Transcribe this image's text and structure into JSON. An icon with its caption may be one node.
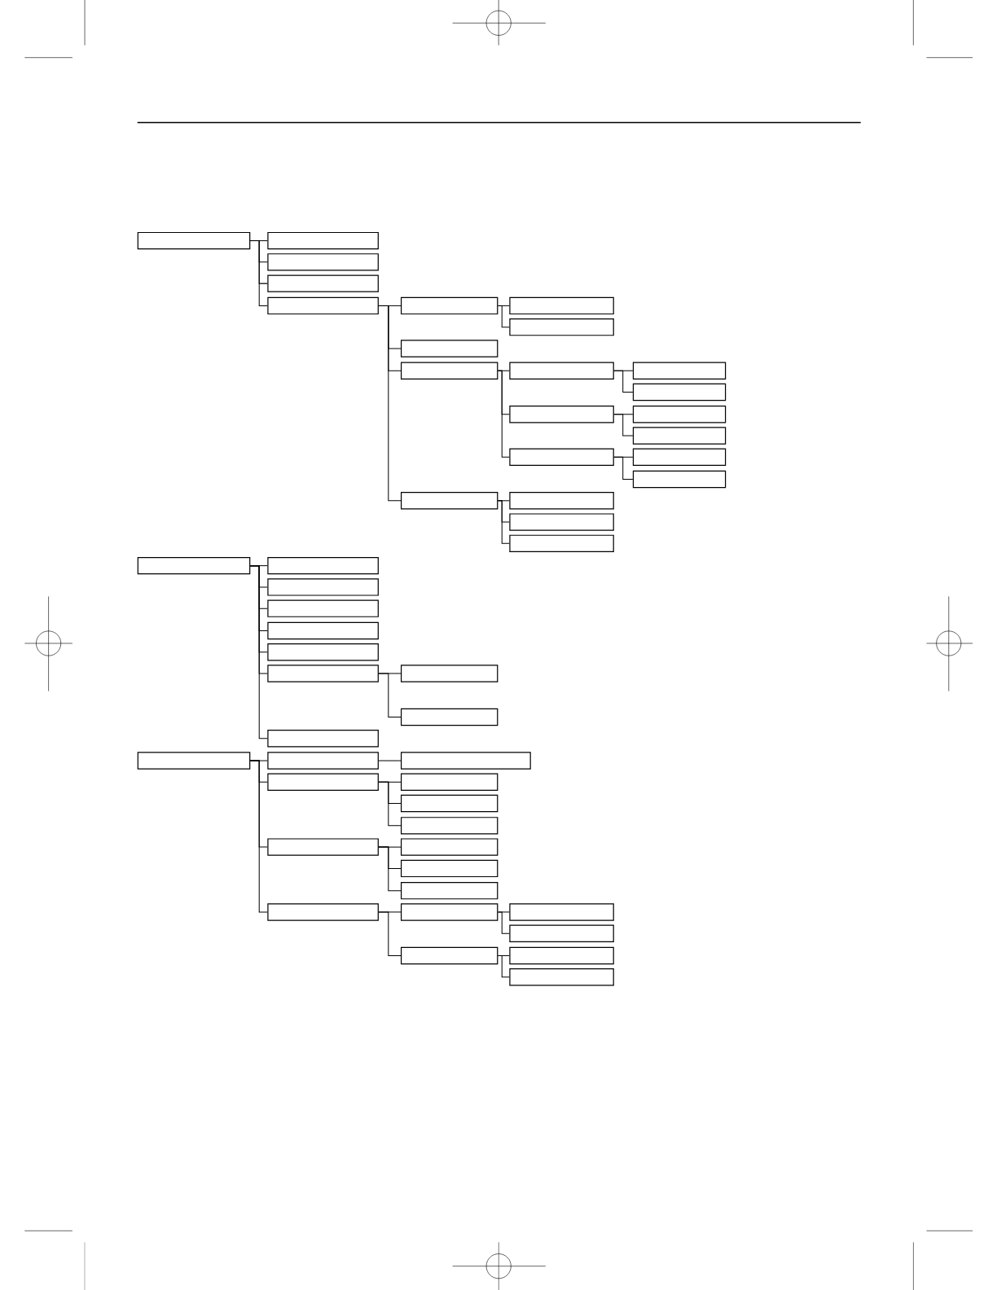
{
  "diagram": {
    "nodes": [
      {
        "text": [],
        "shape": "box"
      },
      {
        "text": [],
        "shape": "box"
      },
      {
        "text": [],
        "shape": "box"
      },
      {
        "text": [],
        "shape": "box"
      },
      {
        "text": [],
        "shape": "box"
      },
      {
        "text": [],
        "shape": "box"
      },
      {
        "text": [],
        "shape": "box"
      },
      {
        "text": [],
        "shape": "box"
      },
      {
        "text": [],
        "shape": "box"
      },
      {
        "text": [],
        "shape": "box"
      },
      {
        "text": [],
        "shape": "box"
      },
      {
        "text": [],
        "shape": "box"
      },
      {
        "text": [],
        "shape": "box"
      },
      {
        "text": [],
        "shape": "box"
      },
      {
        "text": [],
        "shape": "box"
      },
      {
        "text": [],
        "shape": "box"
      },
      {
        "text": [],
        "shape": "box"
      },
      {
        "text": [],
        "shape": "box"
      },
      {
        "text": [],
        "shape": "box"
      },
      {
        "text": [],
        "shape": "box"
      },
      {
        "text": [],
        "shape": "box"
      },
      {
        "text": [],
        "shape": "box"
      },
      {
        "text": [],
        "shape": "box"
      },
      {
        "text": [],
        "shape": "box"
      },
      {
        "text": [],
        "shape": "box"
      },
      {
        "text": [],
        "shape": "box"
      },
      {
        "text": [],
        "shape": "box"
      },
      {
        "text": [],
        "shape": "box"
      },
      {
        "text": [],
        "shape": "box"
      },
      {
        "text": [],
        "shape": "box"
      },
      {
        "text": [],
        "shape": "box"
      },
      {
        "text": [],
        "shape": "box"
      },
      {
        "text": [],
        "shape": "box"
      },
      {
        "text": [],
        "shape": "box"
      },
      {
        "text": [],
        "shape": "box"
      },
      {
        "text": [],
        "shape": "box"
      },
      {
        "text": [],
        "shape": "box"
      },
      {
        "text": [],
        "shape": "box"
      },
      {
        "text": [],
        "shape": "box"
      },
      {
        "text": [],
        "shape": "box"
      },
      {
        "text": [],
        "shape": "box"
      },
      {
        "text": [],
        "shape": "box"
      },
      {
        "text": [],
        "shape": "box"
      },
      {
        "text": [],
        "shape": "box"
      },
      {
        "text": [],
        "shape": "box"
      },
      {
        "text": [],
        "shape": "box"
      },
      {
        "text": [],
        "shape": "box"
      },
      {
        "text": [],
        "shape": "box"
      },
      {
        "text": [],
        "shape": "box"
      },
      {
        "text": [],
        "shape": "box"
      },
      {
        "text": [],
        "shape": "box"
      }
    ],
    "edges": [
      {
        "from": 0,
        "to": 1,
        "arrow": "none"
      },
      {
        "from": 0,
        "to": 2,
        "arrow": "none"
      },
      {
        "from": 0,
        "to": 3,
        "arrow": "none"
      },
      {
        "from": 0,
        "to": 4,
        "arrow": "none"
      },
      {
        "from": 4,
        "to": 5,
        "arrow": "none"
      },
      {
        "from": 5,
        "to": 6,
        "arrow": "none"
      },
      {
        "from": 5,
        "to": 7,
        "arrow": "none"
      },
      {
        "from": 4,
        "to": 8,
        "arrow": "none"
      },
      {
        "from": 4,
        "to": 9,
        "arrow": "none"
      },
      {
        "from": 9,
        "to": 10,
        "arrow": "none"
      },
      {
        "from": 10,
        "to": 11,
        "arrow": "none"
      },
      {
        "from": 10,
        "to": 12,
        "arrow": "none"
      },
      {
        "from": 9,
        "to": 13,
        "arrow": "none"
      },
      {
        "from": 13,
        "to": 14,
        "arrow": "none"
      },
      {
        "from": 13,
        "to": 15,
        "arrow": "none"
      },
      {
        "from": 9,
        "to": 16,
        "arrow": "none"
      },
      {
        "from": 16,
        "to": 17,
        "arrow": "none"
      },
      {
        "from": 16,
        "to": 18,
        "arrow": "none"
      },
      {
        "from": 4,
        "to": 19,
        "arrow": "none"
      },
      {
        "from": 19,
        "to": 20,
        "arrow": "none"
      },
      {
        "from": 19,
        "to": 21,
        "arrow": "none"
      },
      {
        "from": 19,
        "to": 22,
        "arrow": "none"
      },
      {
        "from": 23,
        "to": 24,
        "arrow": "none"
      },
      {
        "from": 23,
        "to": 25,
        "arrow": "none"
      },
      {
        "from": 23,
        "to": 26,
        "arrow": "none"
      },
      {
        "from": 23,
        "to": 27,
        "arrow": "none"
      },
      {
        "from": 23,
        "to": 28,
        "arrow": "none"
      },
      {
        "from": 23,
        "to": 29,
        "arrow": "none"
      },
      {
        "from": 29,
        "to": 30,
        "arrow": "none"
      },
      {
        "from": 29,
        "to": 31,
        "arrow": "none"
      },
      {
        "from": 23,
        "to": 32,
        "arrow": "none"
      },
      {
        "from": 33,
        "to": 34,
        "arrow": "none"
      },
      {
        "from": 34,
        "to": 35,
        "arrow": "none"
      },
      {
        "from": 33,
        "to": 36,
        "arrow": "none"
      },
      {
        "from": 36,
        "to": 37,
        "arrow": "none"
      },
      {
        "from": 36,
        "to": 38,
        "arrow": "none"
      },
      {
        "from": 36,
        "to": 39,
        "arrow": "none"
      },
      {
        "from": 33,
        "to": 40,
        "arrow": "none"
      },
      {
        "from": 40,
        "to": 41,
        "arrow": "none"
      },
      {
        "from": 40,
        "to": 42,
        "arrow": "none"
      },
      {
        "from": 40,
        "to": 43,
        "arrow": "none"
      },
      {
        "from": 33,
        "to": 44,
        "arrow": "none"
      },
      {
        "from": 44,
        "to": 45,
        "arrow": "none"
      },
      {
        "from": 45,
        "to": 46,
        "arrow": "none"
      },
      {
        "from": 45,
        "to": 47,
        "arrow": "none"
      },
      {
        "from": 44,
        "to": 48,
        "arrow": "none"
      },
      {
        "from": 48,
        "to": 49,
        "arrow": "none"
      },
      {
        "from": 48,
        "to": 50,
        "arrow": "none"
      }
    ]
  }
}
